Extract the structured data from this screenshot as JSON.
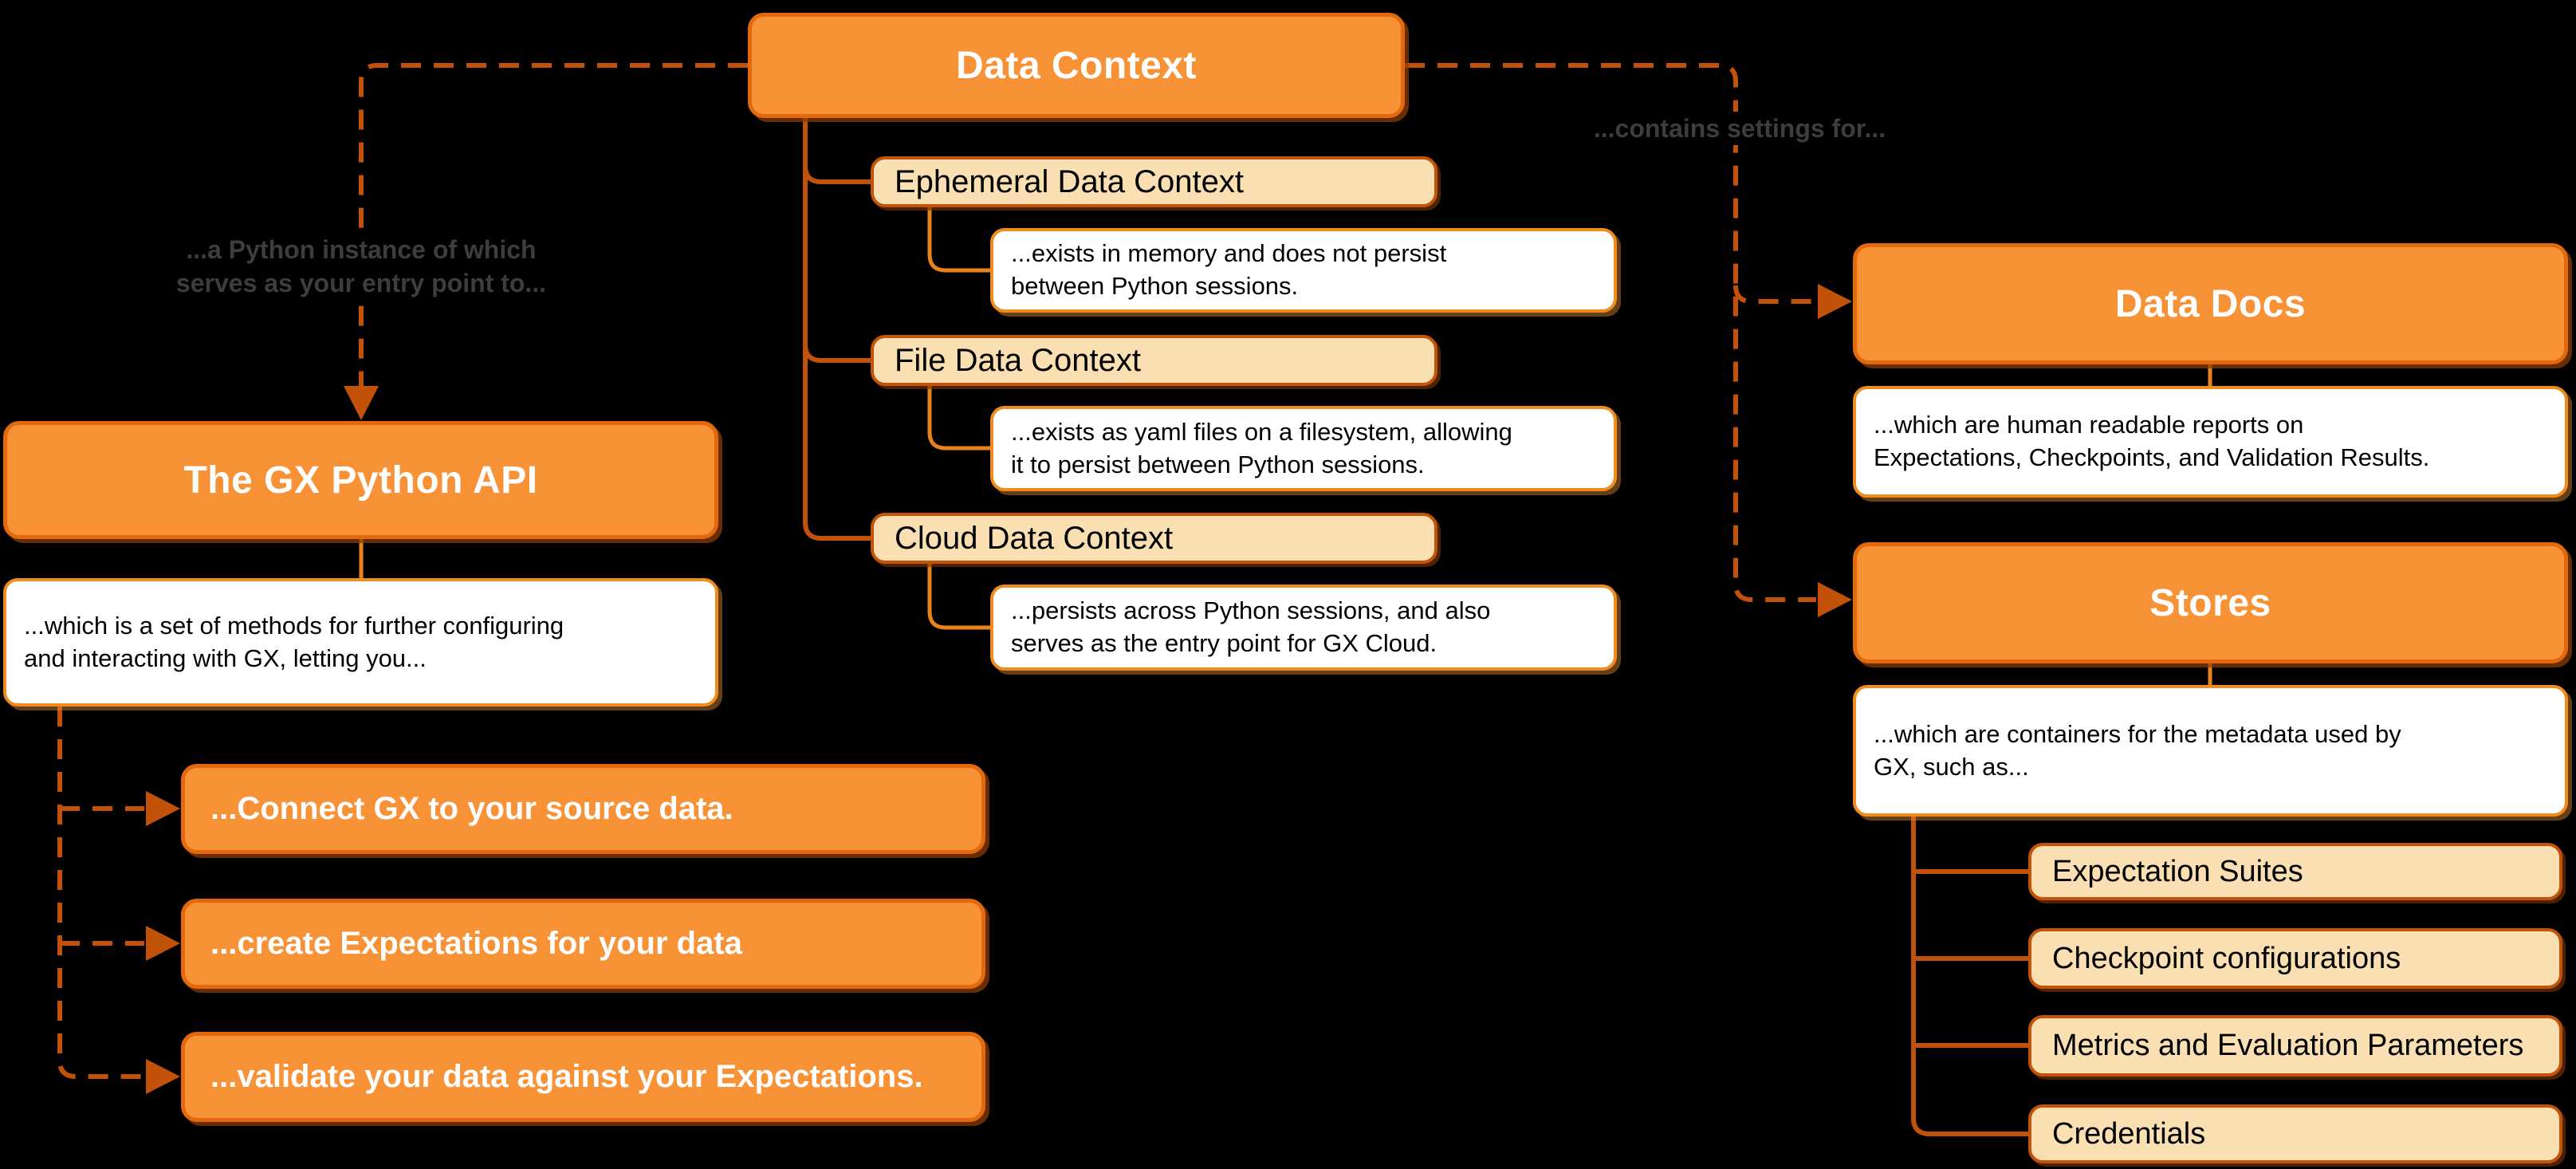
{
  "palette": {
    "background": "#000000",
    "node_fill": "#F89237",
    "node_border": "#E2690E",
    "light_fill": "#FADFB2",
    "light_border": "#C2540A",
    "white_fill": "#FFFFFF",
    "white_border": "#F08C1E",
    "connector_dark": "#C2520A",
    "connector_light": "#E8831C",
    "edge_label_color": "#3D3D3D",
    "title_text": "#FFFFFF",
    "body_text": "#000000"
  },
  "nodes": {
    "data_context": {
      "label": "Data Context"
    },
    "gx_api": {
      "label": "The GX Python API",
      "desc": "...which is a set of methods for further configuring\nand interacting with GX, letting you..."
    },
    "actions": [
      {
        "label": "...Connect GX to your source data."
      },
      {
        "label": "...create Expectations for your data"
      },
      {
        "label": "...validate your data against your Expectations."
      }
    ],
    "contexts": [
      {
        "label": "Ephemeral Data Context",
        "desc": "...exists in memory and does not persist\nbetween Python sessions."
      },
      {
        "label": "File Data Context",
        "desc": "...exists as yaml files on a filesystem, allowing\nit to persist between Python sessions."
      },
      {
        "label": "Cloud Data Context",
        "desc": "...persists across Python sessions, and also\nserves as the entry point for GX Cloud."
      }
    ],
    "data_docs": {
      "label": "Data Docs",
      "desc": "...which are human readable reports on\nExpectations, Checkpoints, and Validation Results."
    },
    "stores": {
      "label": "Stores",
      "desc": "...which are containers for the metadata used by\nGX, such as...",
      "items": [
        "Expectation Suites",
        "Checkpoint configurations",
        "Metrics and Evaluation Parameters",
        "Credentials"
      ]
    }
  },
  "edge_labels": {
    "python_instance": "...a Python instance of which\nserves as your entry point to...",
    "contains_settings": "...contains settings for..."
  }
}
